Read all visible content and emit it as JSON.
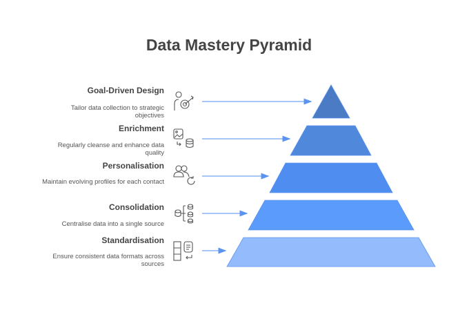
{
  "title": "Data Mastery Pyramid",
  "levels": [
    {
      "title": "Goal-Driven Design",
      "desc": "Tailor data collection to strategic objectives",
      "icon": "person-target-icon",
      "color": "#4a7bc4"
    },
    {
      "title": "Enrichment",
      "desc": "Regularly cleanse and enhance data quality",
      "icon": "image-to-database-icon",
      "color": "#5088dc"
    },
    {
      "title": "Personalisation",
      "desc": "Maintain evolving profiles for each contact",
      "icon": "users-refresh-icon",
      "color": "#4f8ef0"
    },
    {
      "title": "Consolidation",
      "desc": "Centralise data into a single source",
      "icon": "database-merge-icon",
      "color": "#5b9bfb"
    },
    {
      "title": "Standardisation",
      "desc": "Ensure consistent data formats across sources",
      "icon": "format-document-icon",
      "color": "#94bcfc"
    }
  ],
  "arrow_color": "#7aaaf7"
}
